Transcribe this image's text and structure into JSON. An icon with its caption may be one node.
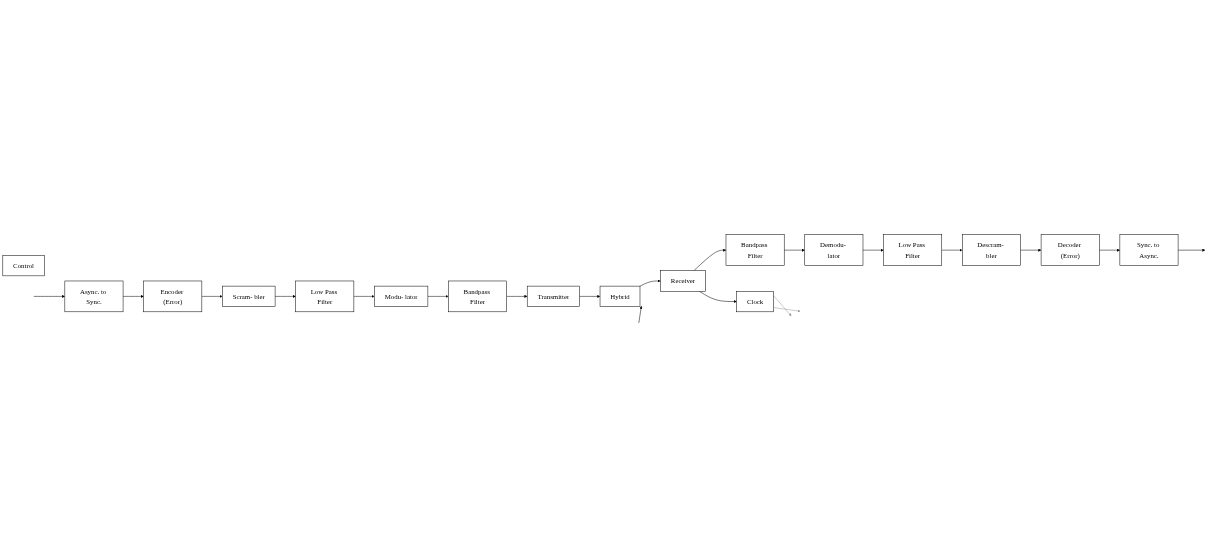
{
  "diagram": {
    "nodes": [
      {
        "text": [
          "Async. to Sync."
        ]
      },
      {
        "text": [
          "Encoder (Error)"
        ]
      },
      {
        "text": [
          "Scram- bler"
        ]
      },
      {
        "text": [
          "Low Pass Filter"
        ]
      },
      {
        "text": [
          "Modu- lator"
        ]
      },
      {
        "text": [
          "Bandpass Filter"
        ]
      },
      {
        "text": [
          "Transmitter"
        ]
      },
      {
        "text": [
          "Control"
        ]
      },
      {
        "text": [
          "Clock"
        ]
      },
      {
        "text": [
          "Hybrid"
        ]
      },
      {
        "text": [
          "Receiver"
        ]
      },
      {
        "text": [
          "Sync. to Async."
        ]
      },
      {
        "text": [
          "Decoder (Error)"
        ]
      },
      {
        "text": [
          "Descram- bler"
        ]
      },
      {
        "text": [
          "Low Pass Filter"
        ]
      },
      {
        "text": [
          "Demodu- lator"
        ]
      },
      {
        "text": [
          "Bandpass Filter"
        ]
      }
    ],
    "edges": [
      {
        "from": null,
        "to": 0,
        "arrow": "to"
      },
      {
        "from": 0,
        "to": 1,
        "arrow": "to"
      },
      {
        "from": 1,
        "to": 2,
        "arrow": "to"
      },
      {
        "from": 2,
        "to": 3,
        "arrow": "to"
      },
      {
        "from": 3,
        "to": 4,
        "arrow": "to"
      },
      {
        "from": 4,
        "to": 5,
        "arrow": "to"
      },
      {
        "from": 5,
        "to": 6,
        "arrow": "to"
      },
      {
        "from": 6,
        "to": 9,
        "arrow": "to"
      },
      {
        "from": 9,
        "to": null,
        "arrow": "both"
      },
      {
        "from": 9,
        "to": 10,
        "arrow": "to"
      },
      {
        "from": 10,
        "to": 8,
        "arrow": "to"
      },
      {
        "from": 8,
        "to": null,
        "arrow": "to",
        "color": "#999999"
      },
      {
        "from": 8,
        "to": null,
        "arrow": "to",
        "color": "#999999"
      },
      {
        "from": 10,
        "to": 16,
        "arrow": "to"
      },
      {
        "from": 16,
        "to": 15,
        "arrow": "to"
      },
      {
        "from": 15,
        "to": 14,
        "arrow": "to"
      },
      {
        "from": 14,
        "to": 13,
        "arrow": "to"
      },
      {
        "from": 13,
        "to": 12,
        "arrow": "to"
      },
      {
        "from": 12,
        "to": 11,
        "arrow": "to"
      },
      {
        "from": 11,
        "to": null,
        "arrow": "to"
      }
    ]
  }
}
